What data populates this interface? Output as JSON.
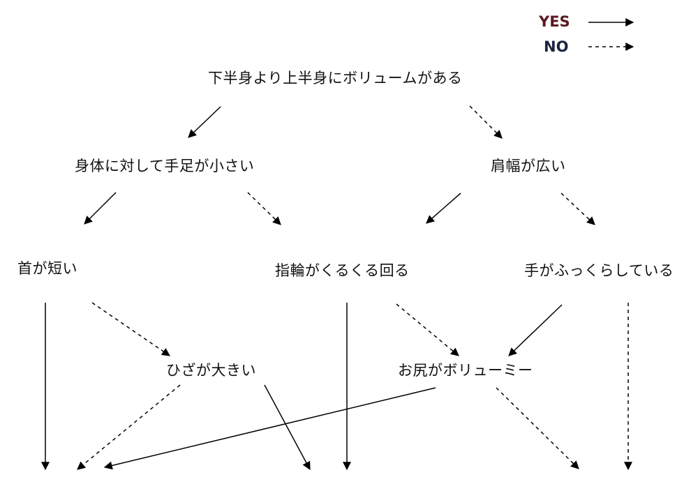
{
  "legend": {
    "yes_label": "YES",
    "no_label": "NO",
    "yes_color": "#5a1a20",
    "no_color": "#1c2340"
  },
  "nodes": {
    "q_upper_volume": "下半身より上半身にボリュームがある",
    "q_small_limbs": "身体に対して手足が小さい",
    "q_wide_shoulders": "肩幅が広い",
    "q_short_neck": "首が短い",
    "q_ring_spins": "指輪がくるくる回る",
    "q_puffy_hands": "手がふっくらしている",
    "q_big_knees": "ひざが大きい",
    "q_hip_volume": "お尻がボリューミー"
  },
  "edges": [
    {
      "from": "q_upper_volume",
      "answer": "yes",
      "to": "q_small_limbs"
    },
    {
      "from": "q_upper_volume",
      "answer": "no",
      "to": "q_wide_shoulders"
    },
    {
      "from": "q_small_limbs",
      "answer": "yes",
      "to": "q_short_neck"
    },
    {
      "from": "q_small_limbs",
      "answer": "no",
      "to": "q_ring_spins"
    },
    {
      "from": "q_wide_shoulders",
      "answer": "yes",
      "to": "q_ring_spins"
    },
    {
      "from": "q_wide_shoulders",
      "answer": "no",
      "to": "q_puffy_hands"
    },
    {
      "from": "q_short_neck",
      "answer": "yes",
      "to": "result_1"
    },
    {
      "from": "q_short_neck",
      "answer": "no",
      "to": "q_big_knees"
    },
    {
      "from": "q_ring_spins",
      "answer": "yes",
      "to": "result_4"
    },
    {
      "from": "q_ring_spins",
      "answer": "no",
      "to": "q_hip_volume"
    },
    {
      "from": "q_puffy_hands",
      "answer": "yes",
      "to": "q_hip_volume"
    },
    {
      "from": "q_puffy_hands",
      "answer": "no",
      "to": "result_6"
    },
    {
      "from": "q_big_knees",
      "answer": "yes",
      "to": "result_3"
    },
    {
      "from": "q_big_knees",
      "answer": "no",
      "to": "result_2"
    },
    {
      "from": "q_hip_volume",
      "answer": "yes",
      "to": "result_2"
    },
    {
      "from": "q_hip_volume",
      "answer": "no",
      "to": "result_5"
    }
  ]
}
